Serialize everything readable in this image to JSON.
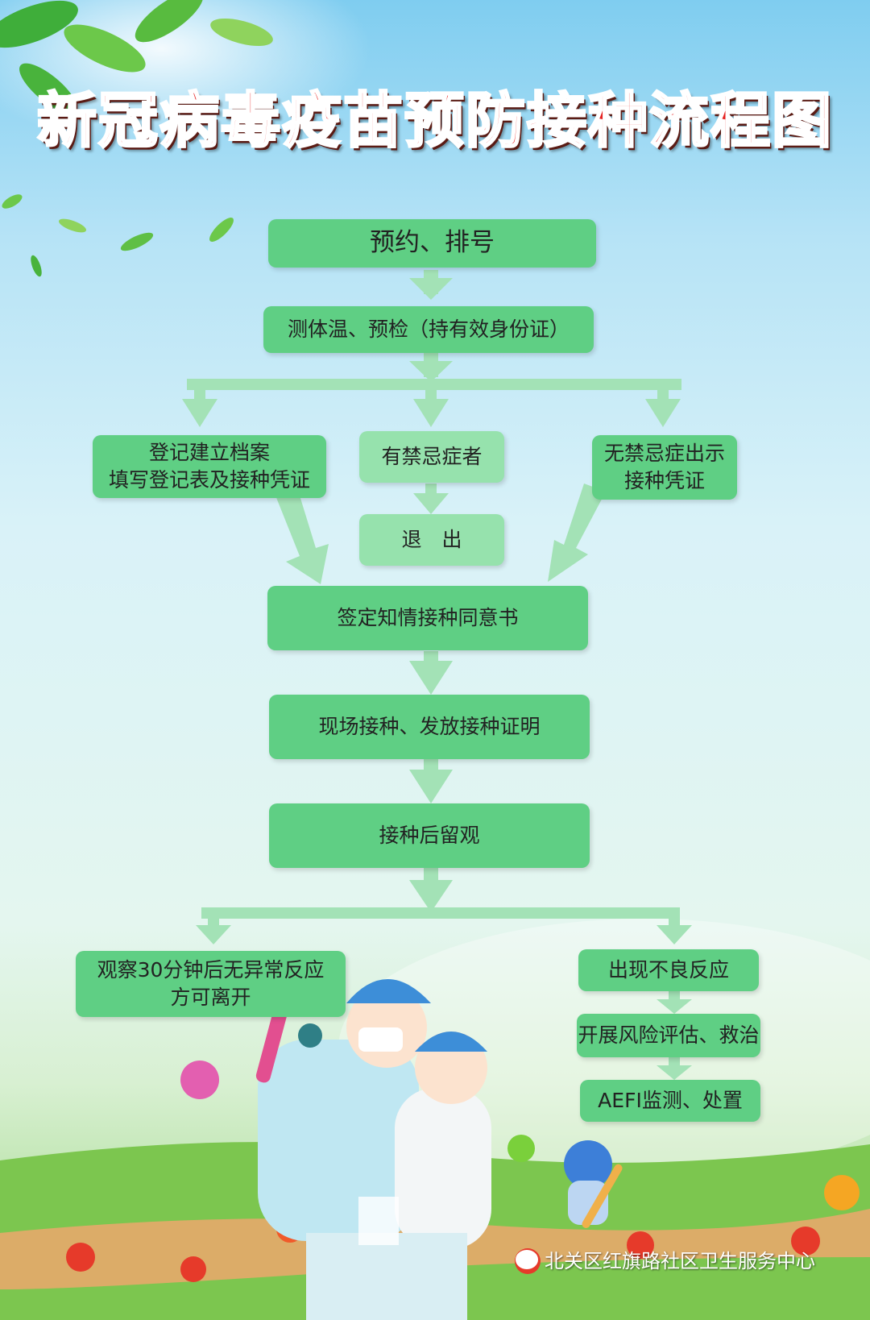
{
  "title": "新冠病毒疫苗预防接种流程图",
  "steps": {
    "appointment": "预约、排号",
    "precheck": "测体温、预检（持有效身份证）",
    "register": "登记建立档案\n填写登记表及接种凭证",
    "contraindicated": "有禁忌症者",
    "exit": "退　出",
    "no_contraindication": "无禁忌症出示\n接种凭证",
    "consent": "签定知情接种同意书",
    "vaccinate": "现场接种、发放接种证明",
    "observe": "接种后留观",
    "observe_30": "观察30分钟后无异常反应\n方可离开",
    "adverse": "出现不良反应",
    "risk_assess": "开展风险评估、救治",
    "aefi": "AEFI监测、处置"
  },
  "footer": {
    "credit": "北关区红旗路社区卫生服务中心"
  },
  "colors": {
    "box": "#5fcf84",
    "box_light": "#96e2ad",
    "arrow": "#a3e2b6",
    "title_red": "#e52120"
  }
}
